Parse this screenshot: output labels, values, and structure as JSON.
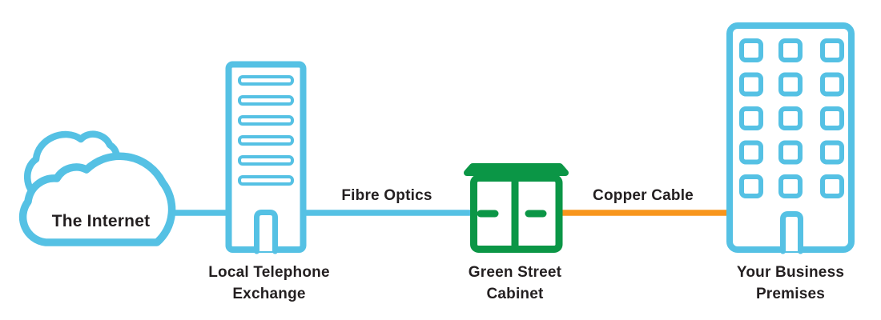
{
  "canvas": {
    "background": "#ffffff"
  },
  "colors": {
    "sky_blue": "#55C1E4",
    "green": "#0B9646",
    "orange": "#F8961D",
    "label_text": "#231F20"
  },
  "nodes": {
    "internet": {
      "label": "The Internet"
    },
    "exchange": {
      "label": "Local Telephone Exchange"
    },
    "cabinet": {
      "label": "Green Street Cabinet"
    },
    "premises": {
      "label": "Your Business Premises"
    }
  },
  "links": {
    "exchange_to_cabinet": {
      "label": "Fibre Optics",
      "color": "sky_blue"
    },
    "cabinet_to_premises": {
      "label": "Copper Cable",
      "color": "orange"
    }
  }
}
